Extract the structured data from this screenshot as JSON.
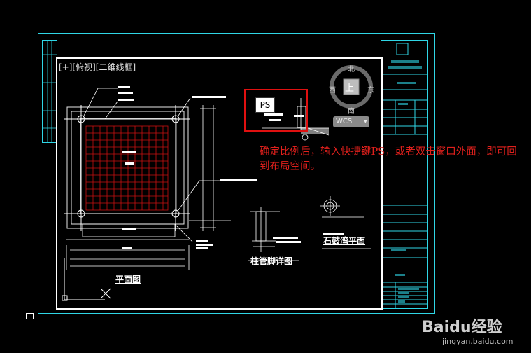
{
  "viewport": {
    "label": "[+][俯视][二维线框]"
  },
  "viewcube": {
    "north": "北",
    "south": "南",
    "east": "东",
    "west": "西",
    "face": "上",
    "wcs_label": "WCS"
  },
  "callout": {
    "ps_label": "PS"
  },
  "note": {
    "text": "确定比例后，输入快捷键PS，或者双击窗口外面，即可回到布局空间。"
  },
  "drawing": {
    "plan_title": "平面图",
    "detail1_title": "柱管脚详图",
    "detail2_title": "石鼓湾平面"
  },
  "watermark": {
    "brand": "Baidu经验",
    "url": "jingyan.baidu.com"
  },
  "colors": {
    "accent_cyan": "#2fd6e6",
    "note_red": "#e0201c",
    "grid_red": "#c81010"
  }
}
